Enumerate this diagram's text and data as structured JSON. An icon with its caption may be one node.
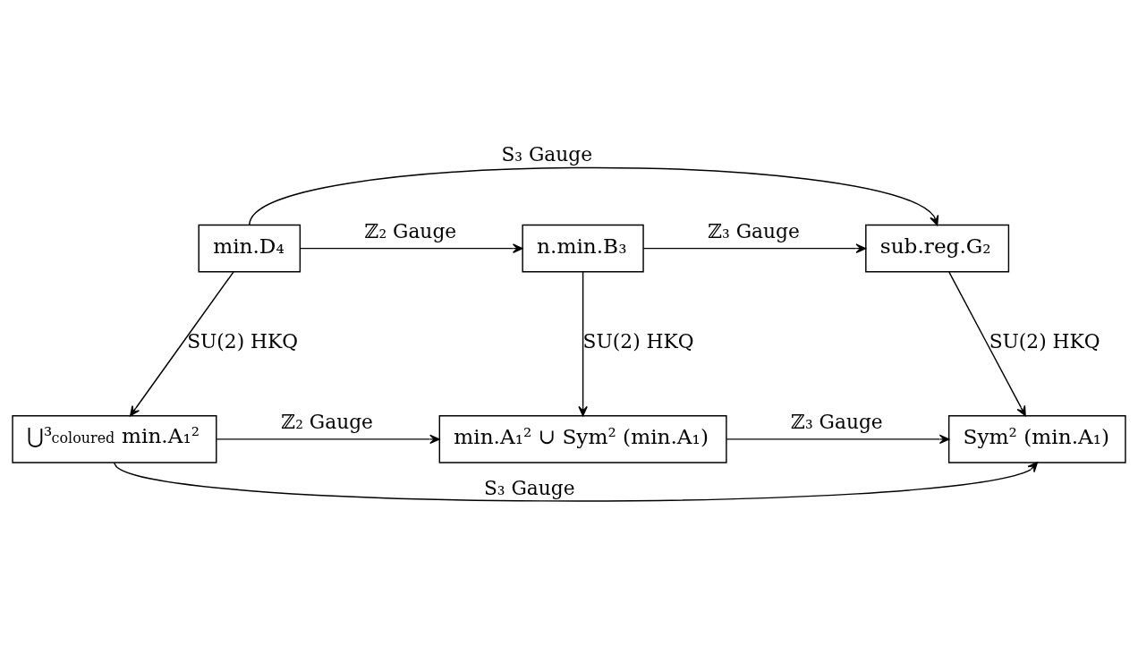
{
  "diagram": {
    "nodes": [
      {
        "text": [
          "min.D₄"
        ]
      },
      {
        "text": [
          "n.min.B₃"
        ]
      },
      {
        "text": [
          "sub.reg.G₂"
        ]
      },
      {
        "text": [
          "⋃³$_{coloured}$ min.A₁²"
        ]
      },
      {
        "text": [
          "min.A₁² ∪ Sym² (min.A₁)"
        ]
      },
      {
        "text": [
          "Sym² (min.A₁)"
        ]
      }
    ],
    "edges": [
      {
        "from": 0,
        "to": 1,
        "arrow": "to",
        "label": "ℤ₂ Gauge"
      },
      {
        "from": 1,
        "to": 2,
        "arrow": "to",
        "label": "ℤ₃ Gauge"
      },
      {
        "from": 0,
        "to": 2,
        "arrow": "to",
        "label": "S₃ Gauge"
      },
      {
        "from": 0,
        "to": 3,
        "arrow": "to",
        "label": "SU(2) HKQ"
      },
      {
        "from": 1,
        "to": 4,
        "arrow": "to",
        "label": "SU(2) HKQ"
      },
      {
        "from": 2,
        "to": 5,
        "arrow": "to",
        "label": "SU(2) HKQ"
      },
      {
        "from": 3,
        "to": 4,
        "arrow": "to",
        "label": "ℤ₂ Gauge"
      },
      {
        "from": 4,
        "to": 5,
        "arrow": "to",
        "label": "ℤ₃ Gauge"
      },
      {
        "from": 3,
        "to": 5,
        "arrow": "to",
        "label": "S₃ Gauge"
      }
    ]
  }
}
